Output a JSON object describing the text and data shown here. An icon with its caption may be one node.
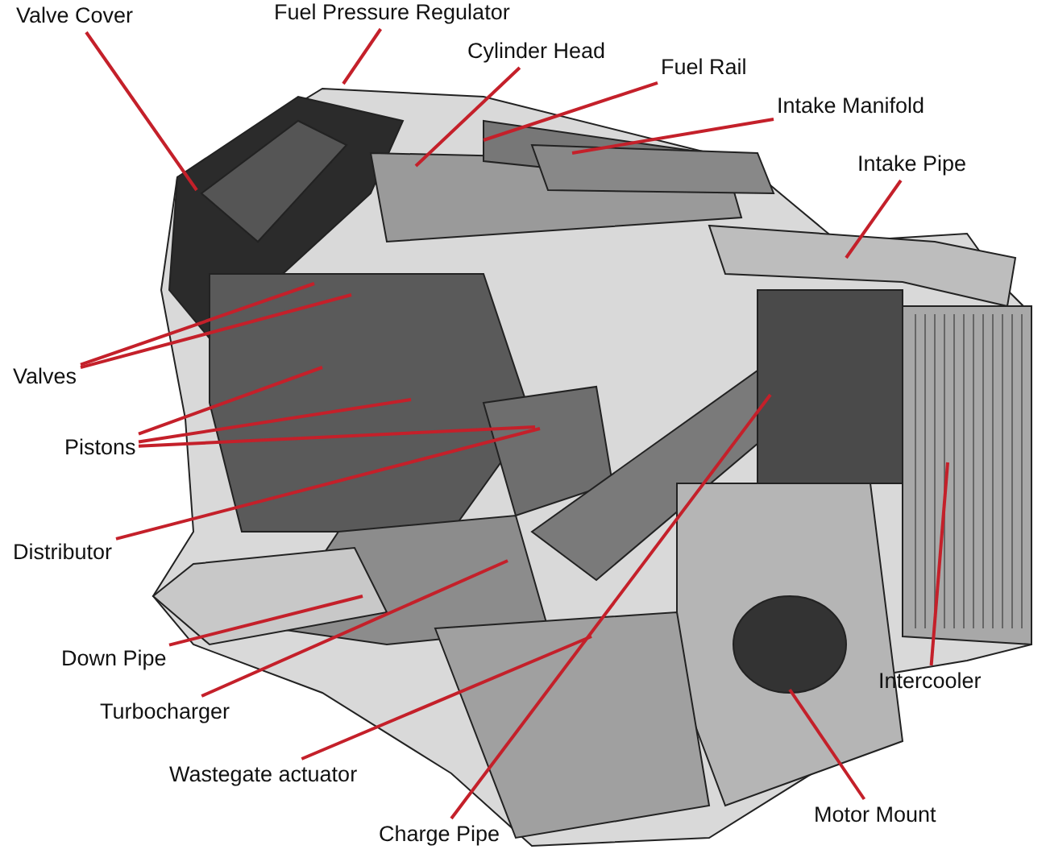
{
  "diagram": {
    "nodes": [
      {
        "text": [
          "Valve Cover"
        ]
      },
      {
        "text": [
          "Fuel Pressure Regulator"
        ]
      },
      {
        "text": [
          "Cylinder Head"
        ]
      },
      {
        "text": [
          "Fuel Rail"
        ]
      },
      {
        "text": [
          "Intake Manifold"
        ]
      },
      {
        "text": [
          "Intake Pipe"
        ]
      },
      {
        "text": [
          "Valves"
        ]
      },
      {
        "text": [
          "Pistons"
        ]
      },
      {
        "text": [
          "Distributor"
        ]
      },
      {
        "text": [
          "Down Pipe"
        ]
      },
      {
        "text": [
          "Turbocharger"
        ]
      },
      {
        "text": [
          "Wastegate actuator"
        ]
      },
      {
        "text": [
          "Charge Pipe"
        ]
      },
      {
        "text": [
          "Intercooler"
        ]
      },
      {
        "text": [
          "Motor Mount"
        ]
      }
    ],
    "edges": [
      {
        "from": 0,
        "to": null,
        "arrow": "none"
      },
      {
        "from": 1,
        "to": null,
        "arrow": "none"
      },
      {
        "from": 2,
        "to": null,
        "arrow": "none"
      },
      {
        "from": 3,
        "to": null,
        "arrow": "none"
      },
      {
        "from": 4,
        "to": null,
        "arrow": "none"
      },
      {
        "from": 5,
        "to": null,
        "arrow": "none"
      },
      {
        "from": 6,
        "to": null,
        "arrow": "none"
      },
      {
        "from": 6,
        "to": null,
        "arrow": "none"
      },
      {
        "from": 7,
        "to": null,
        "arrow": "none"
      },
      {
        "from": 7,
        "to": null,
        "arrow": "none"
      },
      {
        "from": 7,
        "to": null,
        "arrow": "none"
      },
      {
        "from": 8,
        "to": null,
        "arrow": "none"
      },
      {
        "from": 9,
        "to": null,
        "arrow": "none"
      },
      {
        "from": 10,
        "to": null,
        "arrow": "none"
      },
      {
        "from": 11,
        "to": null,
        "arrow": "none"
      },
      {
        "from": 12,
        "to": null,
        "arrow": "none"
      },
      {
        "from": 13,
        "to": null,
        "arrow": "none"
      },
      {
        "from": 14,
        "to": null,
        "arrow": "none"
      }
    ]
  }
}
